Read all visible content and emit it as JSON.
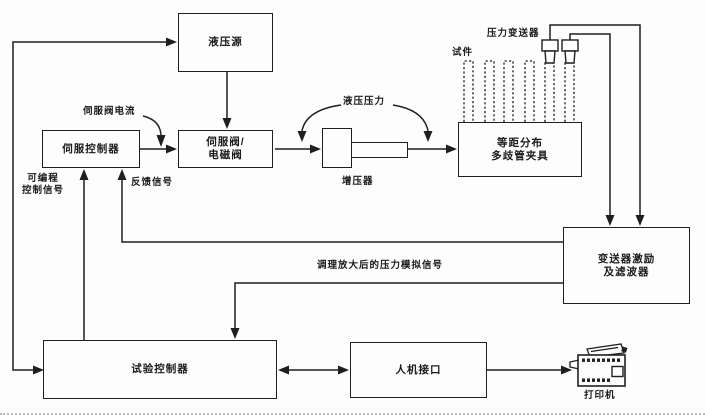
{
  "diagram": {
    "boxes": {
      "hydraulic_source": "液压源",
      "servo_controller": "伺服控制器",
      "servo_valve": "伺服阀/\n电磁阀",
      "manifold_fixture": "等距分布\n多歧管夹具",
      "transmitter_filter": "变送器激励\n及滤波器",
      "test_controller": "试验控制器",
      "hmi": "人机接口"
    },
    "labels": {
      "servo_valve_current": "伺服阀电流",
      "programmable_control_signal": "可编程\n控制信号",
      "feedback_signal": "反馈信号",
      "hydraulic_pressure": "液压压力",
      "specimen": "试件",
      "pressure_transmitter": "压力变送器",
      "booster": "增压器",
      "conditioned_signal": "调理放大后的压力模拟信号",
      "printer": "打印机"
    },
    "colors": {
      "line": "#1f1f1f",
      "background": "#fdfdfd"
    }
  }
}
